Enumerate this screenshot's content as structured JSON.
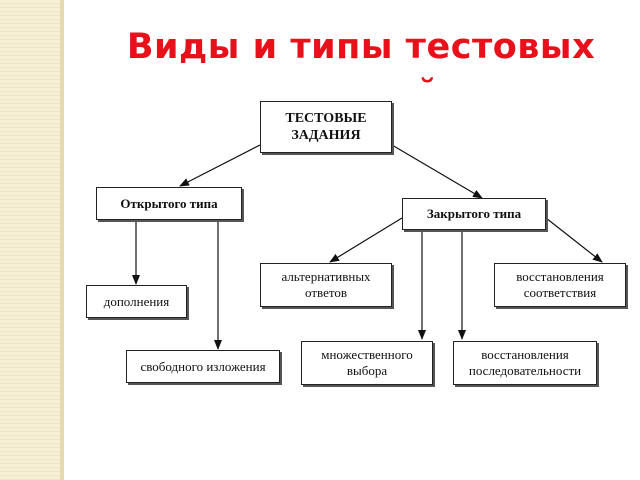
{
  "slide": {
    "title_line1": "Виды и типы тестовых",
    "title_line2": "заданий:"
  },
  "diagram": {
    "root": {
      "line1": "ТЕСТОВЫЕ",
      "line2": "ЗАДАНИЯ"
    },
    "open_type": "Открытого типа",
    "closed_type": "Закрытого типа",
    "open_children": [
      "дополнения",
      "свободного изложения"
    ],
    "closed_children": [
      {
        "line1": "альтернативных",
        "line2": "ответов"
      },
      {
        "line1": "восстановления",
        "line2": "соответствия"
      },
      {
        "line1": "множественного",
        "line2": "выбора"
      },
      {
        "line1": "восстановления",
        "line2": "последовательности"
      }
    ]
  },
  "colors": {
    "title": "#e8101a",
    "stripe": "#f6efd5"
  }
}
